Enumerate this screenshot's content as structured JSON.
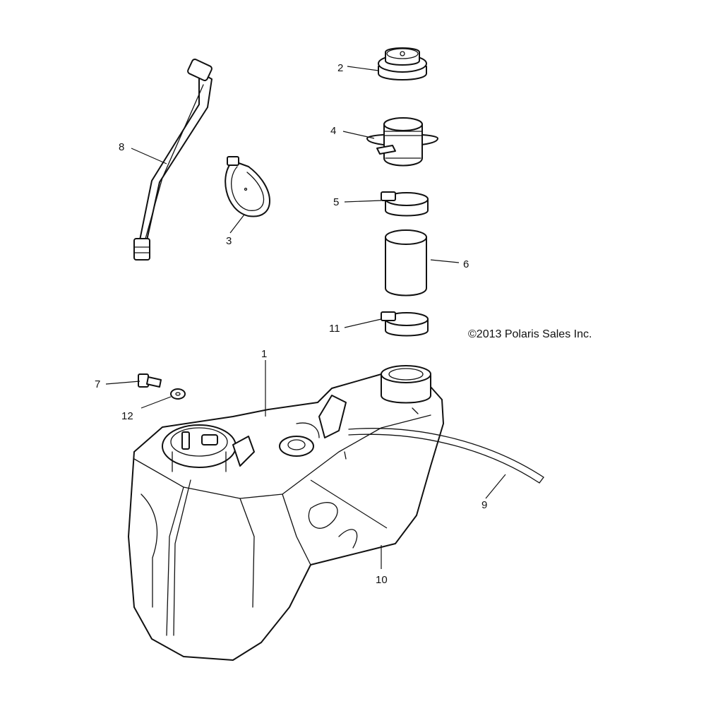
{
  "copyright": "©2013 Polaris Sales Inc.",
  "callouts": {
    "c1": "1",
    "c2": "2",
    "c3": "3",
    "c4": "4",
    "c5": "5",
    "c6": "6",
    "c7": "7",
    "c8": "8",
    "c9": "9",
    "c10": "10",
    "c11": "11",
    "c12": "12"
  }
}
